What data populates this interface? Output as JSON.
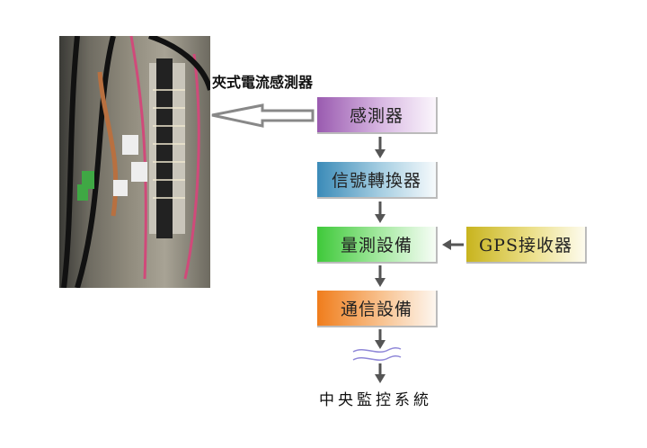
{
  "photo_label": "夾式電流感測器",
  "boxes": {
    "sensor": "感測器",
    "converter": "信號轉換器",
    "measurement": "量測設備",
    "gps": "GPS接收器",
    "communication": "通信設備"
  },
  "destination": "中央監控系統",
  "colors": {
    "sensor": "#9a5bb0",
    "converter": "#3b8bb8",
    "measurement": "#3fc93a",
    "gps": "#c8b41e",
    "communication": "#f07d1c",
    "arrow": "#555555"
  }
}
